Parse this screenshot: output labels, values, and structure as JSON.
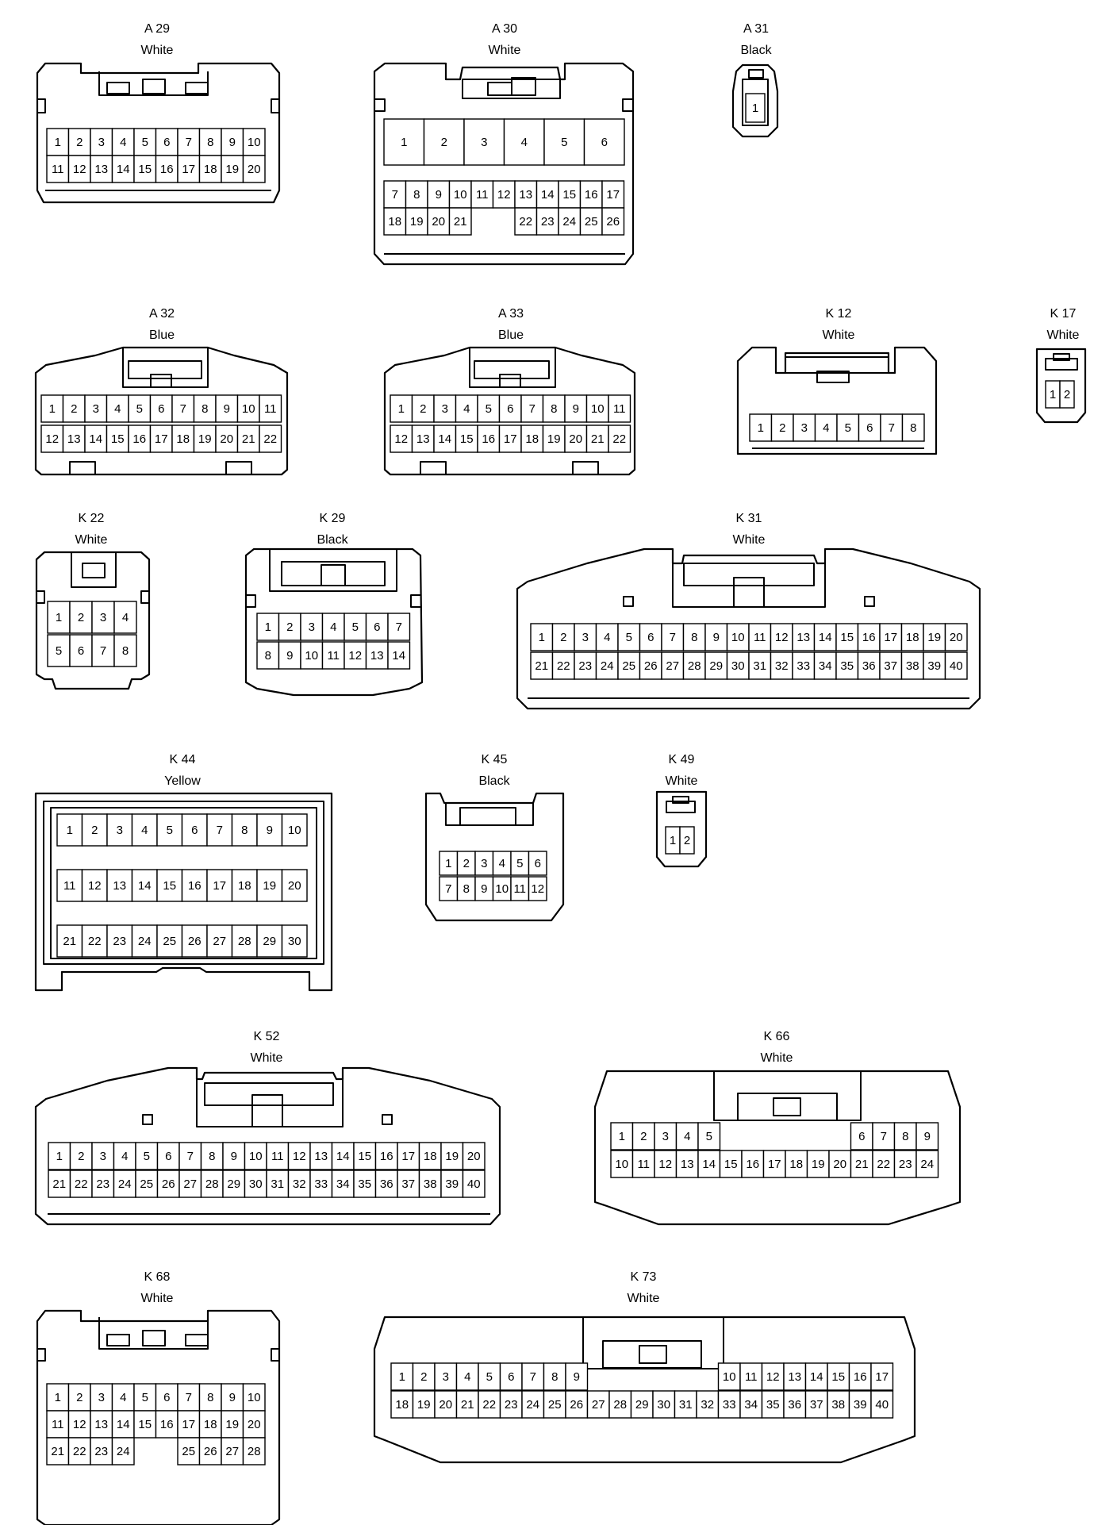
{
  "connectors": [
    {
      "id": "A 29",
      "color": "White"
    },
    {
      "id": "A 30",
      "color": "White"
    },
    {
      "id": "A 31",
      "color": "Black"
    },
    {
      "id": "A 32",
      "color": "Blue"
    },
    {
      "id": "A 33",
      "color": "Blue"
    },
    {
      "id": "K 12",
      "color": "White"
    },
    {
      "id": "K 17",
      "color": "White"
    },
    {
      "id": "K 22",
      "color": "White"
    },
    {
      "id": "K 29",
      "color": "Black"
    },
    {
      "id": "K 31",
      "color": "White"
    },
    {
      "id": "K 44",
      "color": "Yellow"
    },
    {
      "id": "K 45",
      "color": "Black"
    },
    {
      "id": "K 49",
      "color": "White"
    },
    {
      "id": "K 52",
      "color": "White"
    },
    {
      "id": "K 66",
      "color": "White"
    },
    {
      "id": "K 68",
      "color": "White"
    },
    {
      "id": "K 73",
      "color": "White"
    }
  ]
}
